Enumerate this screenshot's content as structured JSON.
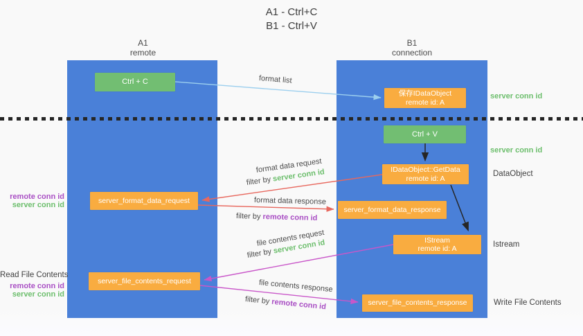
{
  "title": {
    "line1": "A1 - Ctrl+C",
    "line2": "B1 - Ctrl+V"
  },
  "lanes": {
    "a1": {
      "name": "A1",
      "subtitle": "remote"
    },
    "b1": {
      "name": "B1",
      "subtitle": "connection"
    }
  },
  "nodes": {
    "ctrl_c": {
      "label": "Ctrl + C"
    },
    "save_idataobject": {
      "line1": "保存IDataObject",
      "line2": "remote id: A"
    },
    "ctrl_v": {
      "label": "Ctrl + V"
    },
    "getdata": {
      "line1": "IDataObject::GetData",
      "line2": "remote id: A"
    },
    "format_request": {
      "label": "server_format_data_request"
    },
    "format_response": {
      "label": "server_format_data_response"
    },
    "istream": {
      "line1": "IStream",
      "line2": "remote id: A"
    },
    "file_request": {
      "label": "server_file_contents_request"
    },
    "file_response": {
      "label": "server_file_contents_response"
    }
  },
  "edge_labels": {
    "format_list": "format list",
    "format_data_request": "format data request",
    "format_data_request_filter_prefix": "filter by ",
    "format_data_request_filter_value": "server conn id",
    "format_data_response": "format data response",
    "format_data_response_filter_prefix": "filter by ",
    "format_data_response_filter_value": "remote conn id",
    "file_contents_request": "file contents request",
    "file_contents_request_filter_prefix": "filter by ",
    "file_contents_request_filter_value": "server conn id",
    "file_contents_response": "file contents response",
    "file_contents_response_filter_prefix": "filter by ",
    "file_contents_response_filter_value": "remote conn id"
  },
  "side_labels": {
    "server_conn_id_top": "server conn id",
    "server_conn_id_mid": "server conn id",
    "dataobject": "DataObject",
    "istream": "Istream",
    "write_file_contents": "Write File Contents",
    "read_file_contents": "Read File Contents",
    "remote_conn_id_1": "remote conn id",
    "server_conn_id_1": "server conn id",
    "remote_conn_id_2": "remote conn id",
    "server_conn_id_2": "server conn id"
  },
  "colors": {
    "lane_blue": "#4A80D8",
    "node_orange": "#F9AC40",
    "node_green": "#72BE72",
    "green_label": "#6CBE6C",
    "purple_label": "#A94FC4",
    "arrow_red": "#E8685E",
    "arrow_magenta": "#C957C9",
    "arrow_lightblue": "#9CCFEE",
    "arrow_black": "#262626"
  }
}
